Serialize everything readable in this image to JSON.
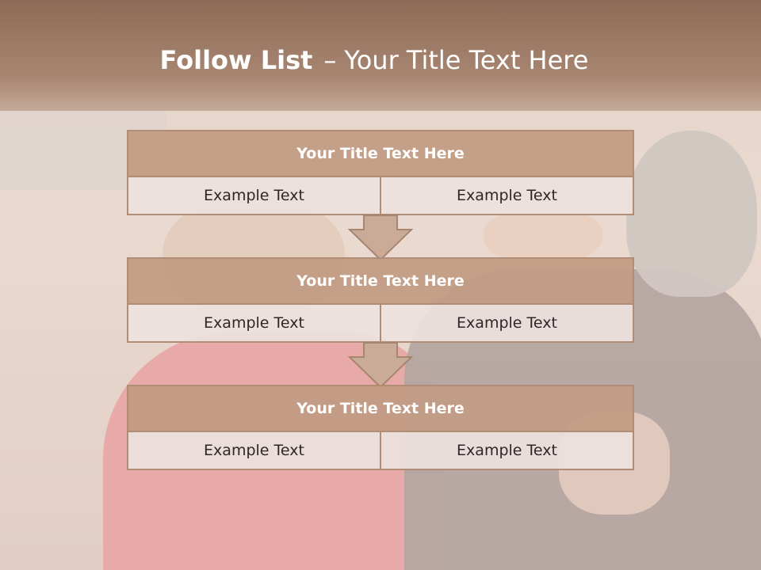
{
  "header": {
    "title_bold": "Follow List",
    "title_separator": "–",
    "title_rest": "Your Title Text Here"
  },
  "blocks": [
    {
      "title": "Your Title Text Here",
      "left": "Example Text",
      "right": "Example Text"
    },
    {
      "title": "Your Title Text Here",
      "left": "Example Text",
      "right": "Example Text"
    },
    {
      "title": "Your Title Text Here",
      "left": "Example Text",
      "right": "Example Text"
    }
  ],
  "colors": {
    "header": "#a88672",
    "block_title_fill": "#c19b83",
    "block_border": "#b28d76",
    "row_fill": "#ece2de"
  }
}
